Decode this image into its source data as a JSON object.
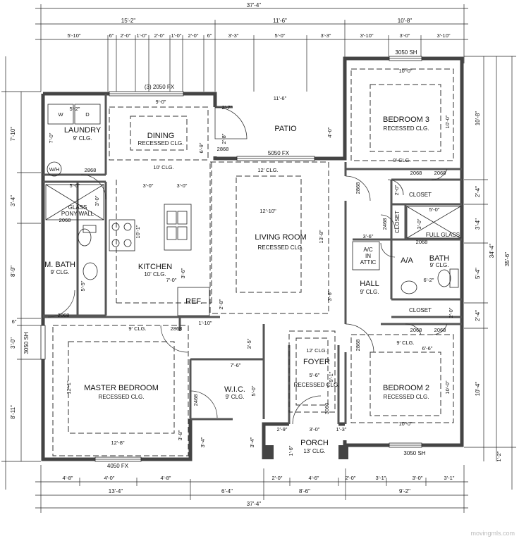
{
  "rooms": {
    "laundry": "LAUNDRY",
    "laundry_clg": "9' CLG.",
    "dining": "DINING",
    "dining_clg": "RECESSED CLG.",
    "patio": "PATIO",
    "bedroom3": "BEDROOM 3",
    "bedroom3_clg": "RECESSED CLG.",
    "living": "LIVING ROOM",
    "living_clg": "RECESSED CLG.",
    "kitchen": "KITCHEN",
    "kitchen_clg": "10' CLG.",
    "mbath": "M. BATH",
    "mbath_clg": "9' CLG.",
    "hall": "HALL",
    "hall_clg": "9' CLG.",
    "bath": "BATH",
    "bath_clg": "9' CLG.",
    "ac": "A/C",
    "ac2": "IN",
    "ac3": "ATTIC",
    "aa": "A/A",
    "master": "MASTER BEDROOM",
    "master_clg": "RECESSED CLG.",
    "wic": "W.I.C.",
    "wic_clg": "9' CLG.",
    "foyer": "FOYER",
    "foyer_clg": "RECESSED CLG.",
    "bedroom2": "BEDROOM 2",
    "bedroom2_clg": "RECESSED CLG.",
    "porch": "PORCH",
    "porch_clg": "13' CLG.",
    "closet1": "CLOSET",
    "closet2": "CLOSET",
    "closet3": "CLOSET",
    "fullglass": "FULL GLASS",
    "glass": "GLASS",
    "ponywall": "PONY WALL",
    "ref": "REF.",
    "wh": "W/H",
    "w": "W",
    "d": "D"
  },
  "windows": {
    "w1": "(3) 2050 FX",
    "w2": "5050 FX",
    "w3": "3050 SH",
    "w4": "3050 SH",
    "w5": "4050 FX",
    "w6": "3050 SH"
  },
  "dims": {
    "top_total": "37'-4\"",
    "top_a": "15'-2\"",
    "top_b": "11'-6\"",
    "top_c": "10'-8\"",
    "t1": "5'-10\"",
    "t2": "6\"",
    "t3": "2'-0\"",
    "t4": "1'-0\"",
    "t5": "2'-0\"",
    "t6": "1'-0\"",
    "t7": "2'-0\"",
    "t8": "6\"",
    "t9": "3'-3\"",
    "t10": "5'-0\"",
    "t11": "3'-3\"",
    "t12": "3'-10\"",
    "t13": "3'-0\"",
    "t14": "3'-10\"",
    "bot_total": "37'-4\"",
    "bot_a": "13'-4\"",
    "bot_b": "6'-4\"",
    "bot_c": "8'-6\"",
    "bot_d": "9'-2\"",
    "b1": "4'-8\"",
    "b2": "4'-0\"",
    "b3": "4'-8\"",
    "b4": "2'-0\"",
    "b5": "4'-6\"",
    "b6": "2'-0\"",
    "b7": "3'-1\"",
    "b8": "3'-0\"",
    "b9": "3'-1\"",
    "left_a": "7'-10\"",
    "left_b": "3'-4\"",
    "left_c": "8'-9\"",
    "left_d": "6\"",
    "left_e": "3'-0\"",
    "left_f": "8'-11\"",
    "right_total": "35'-6\"",
    "right_sub": "34'-4\"",
    "r1": "10'-8\"",
    "r2": "2'-4\"",
    "r3": "3'-4\"",
    "r4": "5'-4\"",
    "r5": "2'-4\"",
    "r6": "10'-4\"",
    "r7": "1'-2\"",
    "i_9_0": "9'-0\"",
    "i_5_2": "5'-2\"",
    "i_2_7": "2'-7\"",
    "i_11_6": "11'-6\"",
    "i_10_0a": "10'-0\"",
    "i_10_0b": "10'-0\"",
    "i_2_8": "2'-8\"",
    "i_2868a": "2868",
    "i_4_0": "4'-0\"",
    "i_6_9": "6'-9\"",
    "i_7_0": "7'-0\"",
    "i_2868b": "2868",
    "i_12clg": "12' CLG.",
    "i_10clg": "10' CLG.",
    "i_9clg_b3": "9' CLG.",
    "i_2068a": "2068",
    "i_2068b": "2068",
    "i_5_0a": "5'-0\"",
    "i_3_0a": "3'-0\"",
    "i_3_0b": "3'-0\"",
    "i_3_0c": "3'-0\"",
    "i_12_10": "12'-10\"",
    "i_13_8": "13'-8\"",
    "i_10_1": "10'-1\"",
    "i_2868c": "2868",
    "i_3_6a": "3'-6\"",
    "i_2868d": "2868",
    "i_5_0b": "5'-0\"",
    "i_3_0d": "3'-0\"",
    "i_2068c": "2068",
    "i_5_5": "5'-5\"",
    "i_3_6b": "3'-6\"",
    "i_7_0b": "7'-0\"",
    "i_6_2": "6'-2\"",
    "i_2_8b": "2'-8\"",
    "i_3_6c": "3'-6\"",
    "i_2068d": "2068",
    "i_2068e": "2068",
    "i_2_0a": "2'-0\"",
    "i_2_0b": "2'-0\"",
    "i_9clg_m": "9' CLG.",
    "i_2868e": "2868",
    "i_1_10": "1'-10\"",
    "i_3_5": "3'-5\"",
    "i_12clg_f": "12' CLG.",
    "i_9clg_b2": "9' CLG.",
    "i_6_6": "6'-6\"",
    "i_2868f": "2868",
    "i_7_6": "7'-6\"",
    "i_5_6": "5'-6\"",
    "i_12_1": "12'-1\"",
    "i_5_0c": "5'-0\"",
    "i_9_1": "9'-1\"",
    "i_2468a": "2468",
    "i_3060": "3060",
    "i_3_8": "3'-8\"",
    "i_3_4a": "3'-4\"",
    "i_3_4b": "3'-4\"",
    "i_2_9": "2'-9\"",
    "i_3_0e": "3'-0\"",
    "i_1_3": "1'-3\"",
    "i_1_6": "1'-6\"",
    "i_12_8": "12'-8\"",
    "i_10_0c": "10'-0\"",
    "i_10_0d": "10'-0\"",
    "i_2468b": "2468",
    "i_2068f": "2068",
    "i_2068g": "2068",
    "i_3_0f": "3'-0\"",
    "i_3_6d": "3'-6\"",
    "i_2_8c": "2'-8\"",
    "i_2_7b": "2'-7\"",
    "i_5_0d": "5'-0\""
  },
  "watermark": "movingmls.com"
}
